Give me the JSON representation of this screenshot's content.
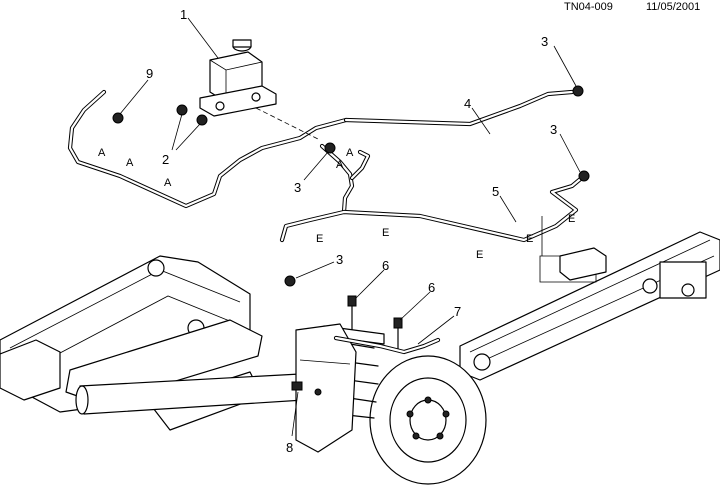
{
  "header": {
    "code": "TN04-009",
    "date": "11/05/2001"
  },
  "callouts": [
    {
      "id": "c1",
      "label": "1"
    },
    {
      "id": "c2",
      "label": "2"
    },
    {
      "id": "c3a",
      "label": "3"
    },
    {
      "id": "c3b",
      "label": "3"
    },
    {
      "id": "c3c",
      "label": "3"
    },
    {
      "id": "c3d",
      "label": "3"
    },
    {
      "id": "c4",
      "label": "4"
    },
    {
      "id": "c5",
      "label": "5"
    },
    {
      "id": "c6a",
      "label": "6"
    },
    {
      "id": "c6b",
      "label": "6"
    },
    {
      "id": "c7",
      "label": "7"
    },
    {
      "id": "c8",
      "label": "8"
    },
    {
      "id": "c9",
      "label": "9"
    }
  ],
  "zone_letters": [
    "A",
    "A",
    "A",
    "A",
    "A",
    "E",
    "E",
    "E",
    "E",
    "E"
  ]
}
